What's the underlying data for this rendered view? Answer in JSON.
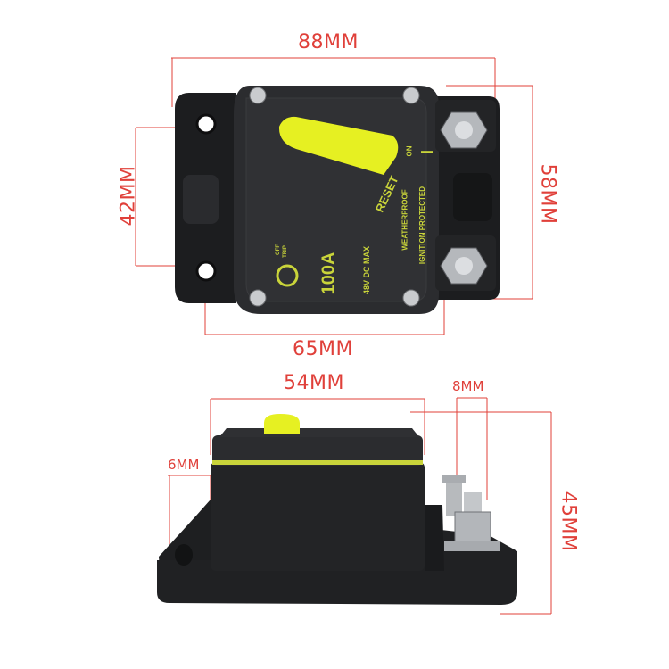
{
  "dimensions": {
    "top_width": "88MM",
    "left_height": "42MM",
    "right_height": "58MM",
    "bottom_width": "65MM",
    "side_width": "54MM",
    "terminal_width": "8MM",
    "flange_width": "6MM",
    "side_height": "45MM"
  },
  "breaker_labels": {
    "on": "ON",
    "on_mark": "I",
    "reset": "RESET",
    "weatherproof": "WEATHERPROOF",
    "ignition": "IGNITION PROTECTED",
    "rating": "100A",
    "voltage": "48V DC MAX",
    "off": "OFF",
    "trip": "TRIP"
  },
  "colors": {
    "dimension_line": "#e0403a",
    "housing": "#2a2b2d",
    "lever": "#e6f022",
    "label_green": "#c9d43a"
  }
}
